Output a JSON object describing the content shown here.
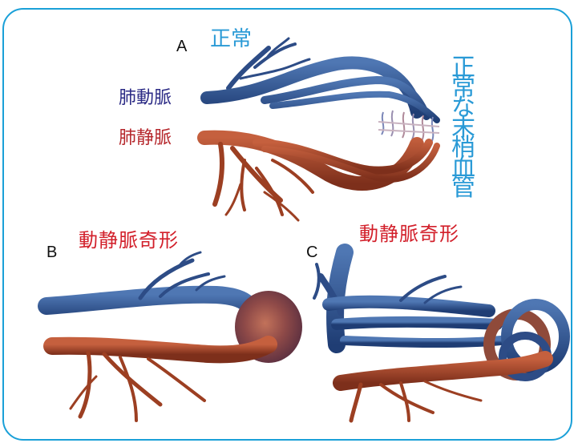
{
  "panel_a": {
    "letter": "A",
    "title": "正常",
    "artery_label": "肺動脈",
    "vein_label": "肺静脈",
    "capillary_label": "正常な末梢血管"
  },
  "panel_b": {
    "letter": "B",
    "title": "動静脈奇形"
  },
  "panel_c": {
    "letter": "C",
    "title": "動静脈奇形"
  },
  "colors": {
    "frame": "#1aa0d8",
    "artery": "#2d4c86",
    "vein": "#a8442a",
    "title_blue": "#2a9ad6",
    "title_red": "#d21f2a"
  }
}
